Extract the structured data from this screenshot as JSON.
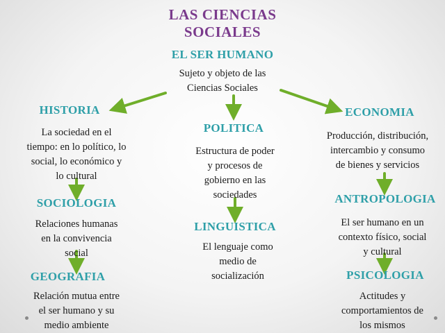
{
  "title": {
    "line1": "LAS CIENCIAS",
    "line2": "SOCIALES"
  },
  "center": {
    "heading": "EL SER HUMANO",
    "text": [
      "Sujeto y objeto de las",
      "Ciencias Sociales"
    ]
  },
  "nodes": {
    "historia": {
      "heading": "HISTORIA",
      "text": [
        "La sociedad en el",
        "tiempo: en lo político, lo",
        "social, lo económico y",
        "lo cultural"
      ]
    },
    "sociologia": {
      "heading": "SOCIOLOGIA",
      "text": [
        "Relaciones humanas",
        "en la convivencia",
        "social"
      ]
    },
    "geografia": {
      "heading": "GEOGRAFIA",
      "text": [
        "Relación mutua entre",
        "el ser humano y su",
        "medio ambiente"
      ]
    },
    "politica": {
      "heading": "POLITICA",
      "text": [
        "Estructura de poder",
        "y procesos de",
        "gobierno  en las",
        "sociedades"
      ]
    },
    "linguistica": {
      "heading": "LINGUISTICA",
      "text": [
        "El lenguaje como",
        "medio de",
        "socialización"
      ]
    },
    "economia": {
      "heading": "ECONOMIA",
      "text": [
        "Producción, distribución,",
        "intercambio y consumo",
        "de bienes y servicios"
      ]
    },
    "antropologia": {
      "heading": "ANTROPOLOGIA",
      "text": [
        "El ser humano en un",
        "contexto físico, social",
        "y cultural"
      ]
    },
    "psicologia": {
      "heading": "PSICOLOGIA",
      "text": [
        "Actitudes y",
        "comportamientos  de",
        "los mismos"
      ]
    }
  },
  "colors": {
    "title": "#7a3a8c",
    "heading": "#2e9fa8",
    "arrow": "#6fae2a",
    "text": "#1a1a1a"
  }
}
